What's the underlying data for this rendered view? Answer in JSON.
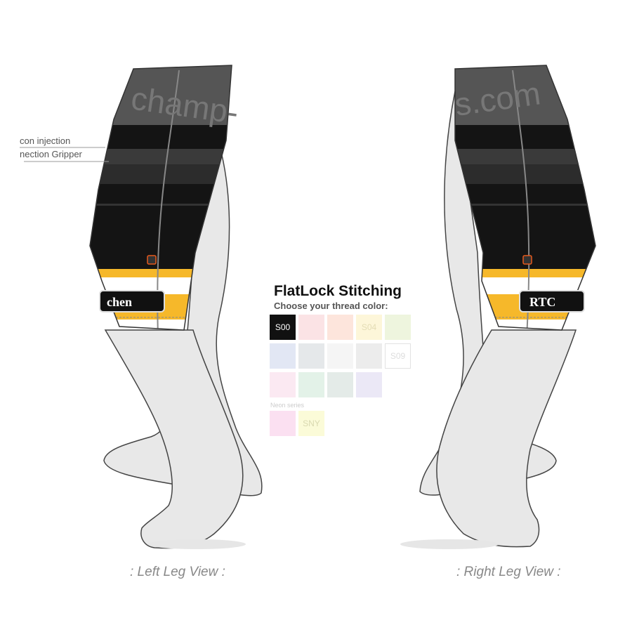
{
  "callouts": [
    "con injection",
    "nection Gripper"
  ],
  "left_leg": {
    "band_text": "champ-",
    "patch_text": "chen"
  },
  "right_leg": {
    "band_text": "s.com",
    "patch_text": "RTC"
  },
  "stitching": {
    "title": "FlatLock Stitching",
    "subtitle": "Choose your thread color:",
    "swatches": [
      {
        "label": "S00",
        "color": "#111111",
        "text_color": "#ffffff",
        "selected": true
      },
      {
        "label": "",
        "color": "#fbe3e5"
      },
      {
        "label": "",
        "color": "#fde5dc"
      },
      {
        "label": "S04",
        "color": "#fdf6d9",
        "text_color": "#e3dcb4"
      },
      {
        "label": "",
        "color": "#eef5de"
      },
      {
        "label": "",
        "color": "#e2e7f4"
      },
      {
        "label": "",
        "color": "#e5e8ea"
      },
      {
        "label": "",
        "color": "#f5f5f5"
      },
      {
        "label": "",
        "color": "#ececec"
      },
      {
        "label": "S09",
        "color": "#ffffff",
        "text_color": "#dddddd",
        "border": "#e2e2e2"
      },
      {
        "label": "",
        "color": "#fbe9f2"
      },
      {
        "label": "",
        "color": "#e3f2e8"
      },
      {
        "label": "",
        "color": "#e4ebe8"
      },
      {
        "label": "",
        "color": "#ebe8f6"
      }
    ],
    "neon_label": "Neon series",
    "neon_swatches": [
      {
        "label": "",
        "color": "#fbe0f1"
      },
      {
        "label": "SNY",
        "color": "#fbfbd8",
        "text_color": "#d9d9b0"
      }
    ]
  },
  "view_labels": {
    "left": ": Left Leg View :",
    "right": ": Right Leg View :"
  },
  "colors": {
    "sleeve_black": "#141414",
    "band_gray": "#555555",
    "stripe_yellow": "#f6b82a",
    "sock_gray": "#e8e8e8",
    "outline": "#444444"
  }
}
